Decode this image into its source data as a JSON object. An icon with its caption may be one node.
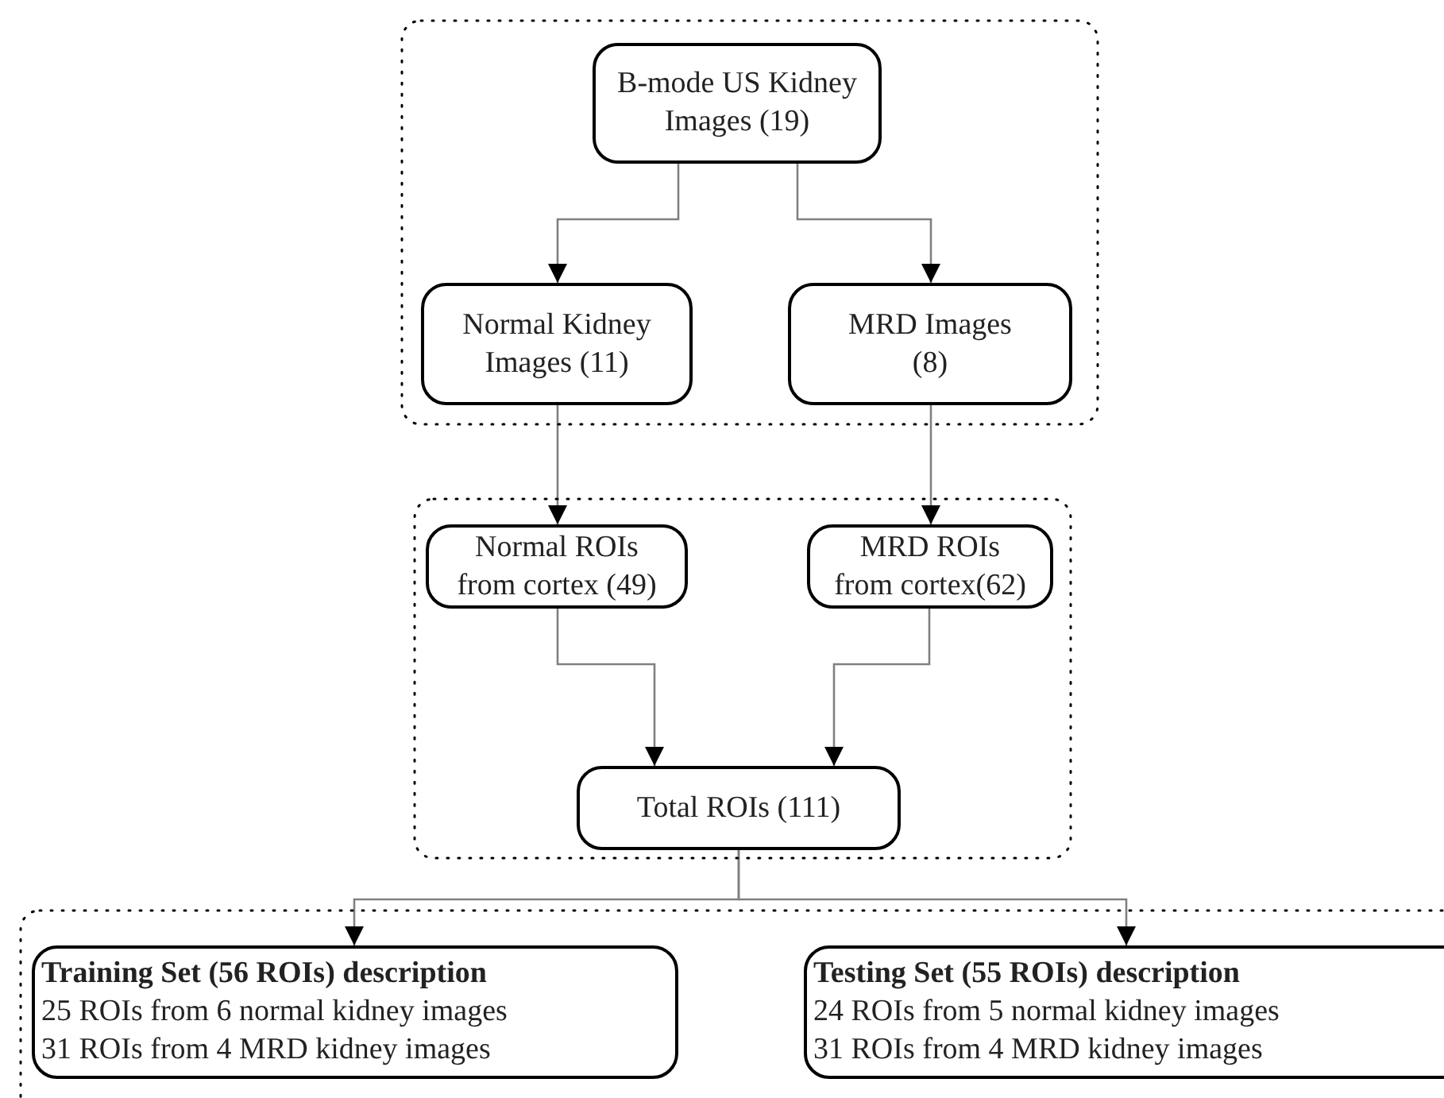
{
  "diagram": {
    "nodes": [
      {
        "text": [],
        "shape": "box"
      },
      {
        "text": [
          "B-mode US Kidney Images (19)"
        ],
        "in": 0
      },
      {
        "text": [
          "Normal Kidney Images (11)"
        ],
        "in": 0
      },
      {
        "text": [
          "MRD Images (8)"
        ],
        "in": 0
      },
      {
        "text": [],
        "shape": "box"
      },
      {
        "text": [
          "Normal ROIs from cortex (49)"
        ],
        "in": 4
      },
      {
        "text": [
          "MRD ROIs from cortex(62)"
        ],
        "in": 4
      },
      {
        "text": [
          "Total ROIs (111)"
        ],
        "in": 4
      },
      {
        "text": [],
        "shape": "box"
      },
      {
        "text": [
          "Training Set (56 ROIs) description",
          "25 ROIs from 6 normal kidney images",
          "31 ROIs from 4 MRD kidney images"
        ],
        "in": 8
      },
      {
        "text": [
          "Testing Set (55 ROIs) description",
          "24 ROIs from 5 normal kidney images",
          "31 ROIs from 4 MRD kidney images"
        ],
        "in": 8
      }
    ],
    "edges": [
      {
        "from": 1,
        "to": 2,
        "arrow": "to"
      },
      {
        "from": 1,
        "to": 3,
        "arrow": "to"
      },
      {
        "from": 2,
        "to": 5,
        "arrow": "to"
      },
      {
        "from": 3,
        "to": 6,
        "arrow": "to"
      },
      {
        "from": 5,
        "to": 7,
        "arrow": "to"
      },
      {
        "from": 6,
        "to": 7,
        "arrow": "to"
      },
      {
        "from": 7,
        "to": 9,
        "arrow": "to"
      },
      {
        "from": 7,
        "to": 10,
        "arrow": "to"
      }
    ]
  }
}
